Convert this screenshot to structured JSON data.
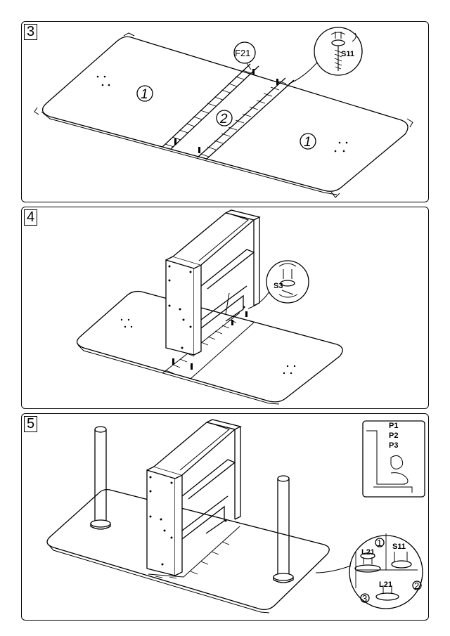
{
  "steps": [
    {
      "number": "3",
      "part_labels": {
        "callout": "F21",
        "screw": "S11",
        "board_a": "1",
        "board_b": "2",
        "board_c": "1"
      }
    },
    {
      "number": "4",
      "part_labels": {
        "screw": "S3"
      }
    },
    {
      "number": "5",
      "part_labels": {
        "p1": "P1",
        "p2": "P2",
        "p3": "P3",
        "leg_part": "L21",
        "screw": "S11",
        "leg_part_2": "L21",
        "sub1": "1",
        "sub2": "2",
        "sub3": "3"
      }
    }
  ]
}
